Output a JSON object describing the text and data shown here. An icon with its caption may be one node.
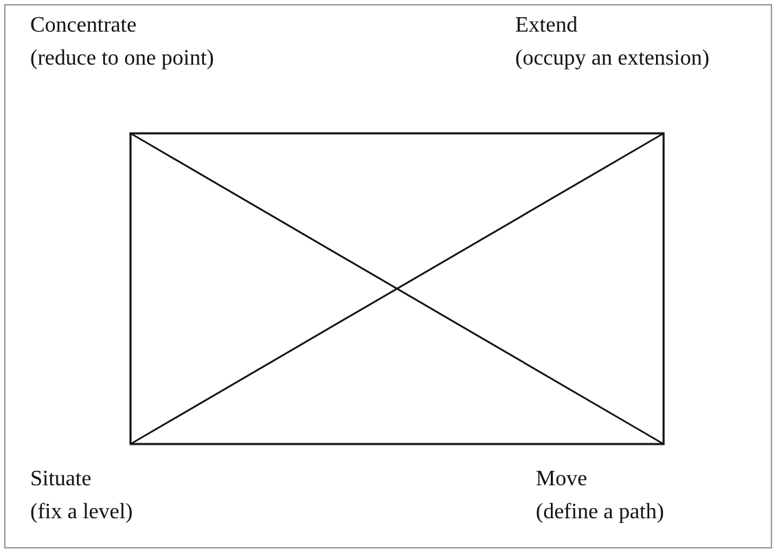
{
  "diagram": {
    "labels": [
      "Concentrate",
      "(reduce to one point)",
      "Extend",
      "(occupy an extension)",
      "Situate",
      "(fix a level)",
      "Move",
      "(define a path)"
    ]
  }
}
